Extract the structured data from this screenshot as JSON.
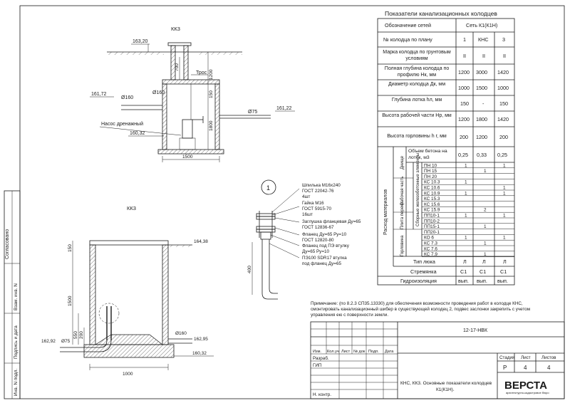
{
  "left_strip": {
    "agreed": "Согласовано",
    "inv_vzam": "Взам. инв. N",
    "sign_date": "Подпись и дата",
    "inv_podl": "Инв. N подл."
  },
  "kk3_top": {
    "title": "КК3",
    "elev_ground": "163,20",
    "elev_pipe_in": "161,72",
    "elev_pipe_out": "161,22",
    "elev_bottom": "160,32",
    "dim_700": "700",
    "dim_1200": "1200",
    "dim_150": "150",
    "dim_1800": "1800",
    "dim_1500": "1500",
    "pipe_d160_a": "Ø160",
    "pipe_d160_b": "Ø160",
    "pipe_d75": "Ø75",
    "cable": "Трос",
    "pump": "Насос дренажный"
  },
  "kk3_bottom": {
    "title": "КК3",
    "elev_ground": "164,38",
    "elev_in": "162,92",
    "elev_out": "162,95",
    "elev_bottom": "160,32",
    "dim_150": "150",
    "dim_1500": "1500",
    "dim_550": "550",
    "dim_200": "200",
    "dim_1000": "1000",
    "pipe_d75": "Ø75",
    "pipe_d160": "Ø160"
  },
  "node1": {
    "mark": "1",
    "dim_400": "400",
    "labels": [
      "Шпилька М16х240",
      "ГОСТ 22042-76",
      "4шт",
      "Гайка М16",
      "ГОСТ 5915-70",
      "16шт",
      "Заглушка фланцевая Ду=65",
      "ГОСТ 12836-67",
      "Фланец Ду=65 Ру=10",
      "ГОСТ 12820-80",
      "Фланец под ПЭ втулку",
      "Ду=65 Ру=10",
      "ПЭ100 SDR17 втулка",
      "под фланец Ду=65"
    ]
  },
  "table": {
    "title": "Показатели канализационных колодцев",
    "rows": [
      {
        "label": "Обозначение сетей",
        "values": [
          "Сеть К1(К1Н)"
        ]
      },
      {
        "label": "№ колодца по плану",
        "values": [
          "1",
          "КНС",
          "3"
        ]
      },
      {
        "label": "Марка колодца по грунтовым условиям",
        "values": [
          "II",
          "II",
          "II"
        ]
      },
      {
        "label": "Полная глубина колодца по профилю Нк, мм",
        "values": [
          "1200",
          "3000",
          "1420"
        ]
      },
      {
        "label": "Диаметр колодца Дк, мм",
        "values": [
          "1000",
          "1500",
          "1000"
        ]
      },
      {
        "label": "Глубина лотка hл, мм",
        "values": [
          "150",
          "-",
          "150"
        ]
      },
      {
        "label": "Высота рабочей части Нр, мм",
        "values": [
          "1200",
          "1800",
          "1420"
        ]
      },
      {
        "label": "Высота горловины h г, мм",
        "values": [
          "200",
          "1200",
          "200"
        ]
      }
    ],
    "materials_header": "Расход материалов",
    "concrete_label": "Объем бетона на лоток, м3",
    "concrete_values": [
      "0,25",
      "0,33",
      "0,25"
    ],
    "group_bottom": "Днище",
    "group_work": "Рабочая часть",
    "group_prefab": "Сборные железобетонные элементы",
    "group_slab": "Плита перекр.",
    "group_neck": "Горловина",
    "elements": [
      {
        "name": "ПН 10",
        "v": [
          "1",
          "",
          "1"
        ]
      },
      {
        "name": "ПН 15",
        "v": [
          "",
          "1",
          ""
        ]
      },
      {
        "name": "ПН 20",
        "v": [
          "",
          "",
          ""
        ]
      },
      {
        "name": "КС 10.3",
        "v": [
          "1",
          "",
          ""
        ]
      },
      {
        "name": "КС 10.6",
        "v": [
          "",
          "",
          "1"
        ]
      },
      {
        "name": "КС 10.9",
        "v": [
          "1",
          "",
          "1"
        ]
      },
      {
        "name": "КС 15.3",
        "v": [
          "",
          "",
          ""
        ]
      },
      {
        "name": "КС 15.6",
        "v": [
          "",
          "",
          ""
        ]
      },
      {
        "name": "КС 15.9",
        "v": [
          "",
          "2",
          ""
        ]
      },
      {
        "name": "ПП10-1",
        "v": [
          "1",
          "",
          "1"
        ]
      },
      {
        "name": "ПП10-2",
        "v": [
          "",
          "",
          ""
        ]
      },
      {
        "name": "ПП15-1",
        "v": [
          "",
          "1",
          ""
        ]
      },
      {
        "name": "ПП20-1",
        "v": [
          "",
          "",
          ""
        ]
      },
      {
        "name": "КО 6",
        "v": [
          "1",
          "",
          "1"
        ]
      },
      {
        "name": "КС 7.3",
        "v": [
          "",
          "1",
          ""
        ]
      },
      {
        "name": "КС 7.6",
        "v": [
          "",
          "",
          ""
        ]
      },
      {
        "name": "КС 7.9",
        "v": [
          "",
          "1",
          ""
        ]
      }
    ],
    "hatch_label": "Тип люка",
    "hatch_values": [
      "Л",
      "Л",
      "Л"
    ],
    "ladder_label": "Стремянка",
    "ladder_values": [
      "С1",
      "С1",
      "С1"
    ],
    "insulation_label": "Гидроизоляция",
    "insulation_values": [
      "вып.",
      "вып.",
      "вып."
    ]
  },
  "note": {
    "line1": "Примечание: (по 8.2.3 СП35.13330) для обеспечения возможности проведения работ в колодце КНС,",
    "line2": "смонтировать канализационный шибер в существующей колодец 2, подвес заслонки закрепить с учетом",
    "line3": "управления ею с поверхности земли."
  },
  "stamp": {
    "code": "12-17-НВК",
    "col_izm": "Изм.",
    "col_kol": "Кол.уч",
    "col_list": "Лист",
    "col_ndok": "№ док",
    "col_podp": "Подп.",
    "col_data": "Дата",
    "razrab": "Разраб.",
    "gip": "ГИП",
    "nkontr": "Н. контр.",
    "stage_h": "Стадия",
    "sheet_h": "Лист",
    "sheets_h": "Листов",
    "stage": "Р",
    "sheet": "4",
    "sheets": "4",
    "title1": "КНС, КК3. Основные показатели колодцев",
    "title2": "К1(К1Н).",
    "logo": "ВЕРСТА",
    "logo_sub": "архитектурно-кадастровое бюро"
  }
}
